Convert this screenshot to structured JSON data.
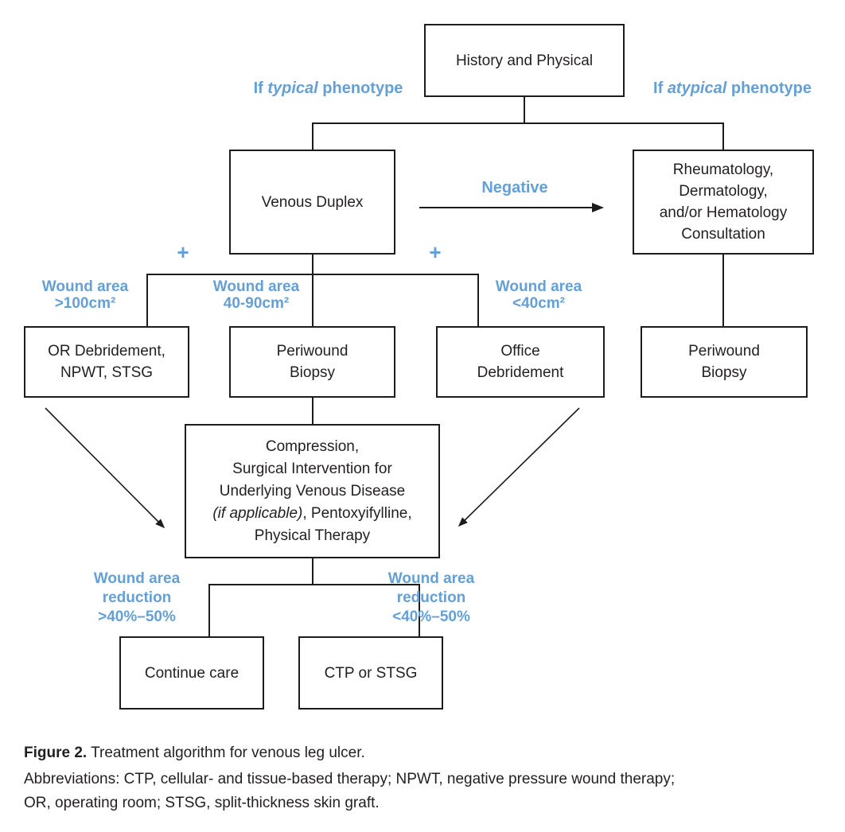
{
  "palette": {
    "blue": "#64a0d6",
    "ink": "#231f20",
    "line": "#1c1c1c"
  },
  "nodes": {
    "history": {
      "lines": [
        "History and Physical"
      ]
    },
    "venous_duplex": {
      "lines": [
        "Venous Duplex"
      ]
    },
    "consultation": {
      "lines": [
        "Rheumatology,",
        "Dermatology,",
        "and/or Hematology",
        "Consultation"
      ]
    },
    "or_debridement": {
      "lines": [
        "OR Debridement,",
        "NPWT, STSG"
      ]
    },
    "periwound_biopsy_left": {
      "lines": [
        "Periwound",
        "Biopsy"
      ]
    },
    "office_debridement": {
      "lines": [
        "Office",
        "Debridement"
      ]
    },
    "periwound_biopsy_right": {
      "lines": [
        "Periwound",
        "Biopsy"
      ]
    },
    "compression": {
      "line1": "Compression,",
      "line2": "Surgical Intervention for",
      "line3": "Underlying Venous Disease",
      "line4_italic": "(if applicable)",
      "line4_rest": ", Pentoxyifylline,",
      "line5": "Physical Therapy"
    },
    "continue_care": {
      "lines": [
        "Continue care"
      ]
    },
    "ctp_stsg": {
      "lines": [
        "CTP or STSG"
      ]
    }
  },
  "labels": {
    "typical": {
      "prefix": "If ",
      "italic": "typical",
      "suffix": " phenotype"
    },
    "atypical": {
      "prefix": "If ",
      "italic": "atypical",
      "suffix": " phenotype"
    },
    "negative": "Negative",
    "plus_left": "+",
    "plus_right": "+",
    "wound_gt100": {
      "l1": "Wound area",
      "l2": ">100cm²"
    },
    "wound_40_90": {
      "l1": "Wound area",
      "l2": "40-90cm²"
    },
    "wound_lt40": {
      "l1": "Wound area",
      "l2": "<40cm²"
    },
    "reduction_gt": {
      "l1": "Wound area",
      "l2": "reduction",
      "l3": ">40%–50%"
    },
    "reduction_lt": {
      "l1": "Wound area",
      "l2": "reduction",
      "l3": "<40%–50%"
    }
  },
  "caption": {
    "figure_label": "Figure 2.",
    "figure_text": " Treatment algorithm for venous leg ulcer.",
    "abbrev_line1": "Abbreviations: CTP, cellular- and tissue-based therapy; NPWT, negative pressure wound therapy;",
    "abbrev_line2": "OR, operating room; STSG, split-thickness skin graft."
  }
}
